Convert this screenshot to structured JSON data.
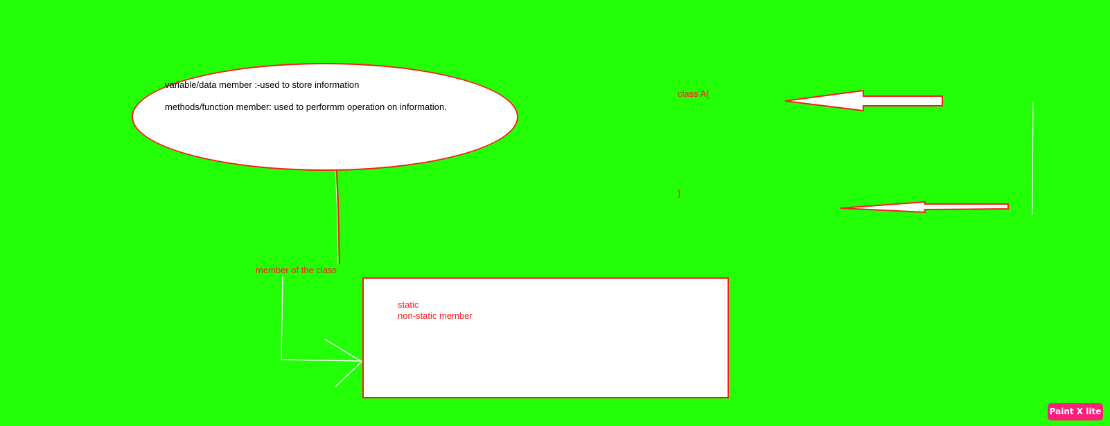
{
  "ellipse": {
    "line1": "variable/data member :-used to store information",
    "line2": "methods/function member: used to performm operation on information."
  },
  "member_label": "member of the class",
  "code": {
    "open": "class A{",
    "close": "}"
  },
  "box": {
    "line1": "static",
    "line2": "non-static member"
  },
  "badge": "Paint X lite",
  "colors": {
    "background": "#22ff06",
    "accent": "#ff1a1a",
    "shape_fill": "#ffffff",
    "badge": "#ff1f7a"
  }
}
